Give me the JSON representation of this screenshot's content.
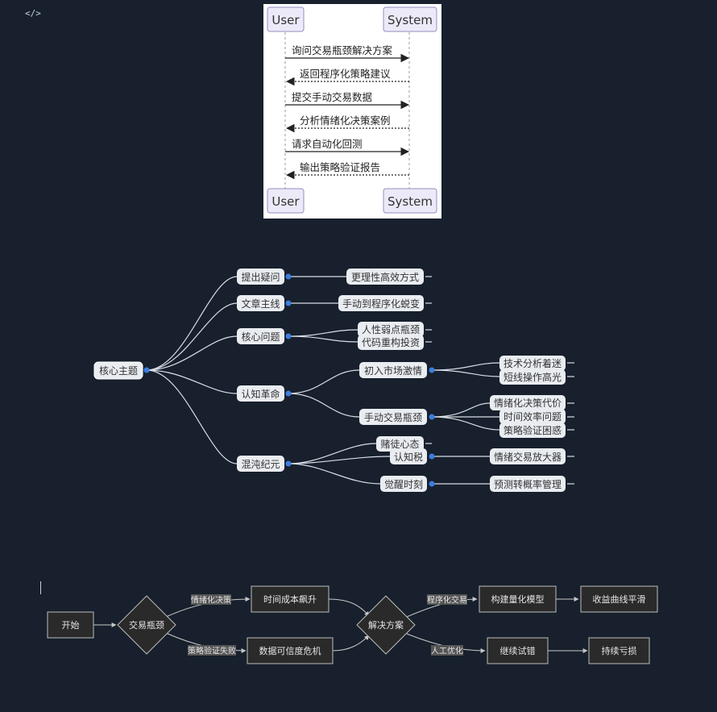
{
  "toolbar": {
    "code_icon": "</>"
  },
  "sequence": {
    "actors": [
      "User",
      "System"
    ],
    "messages": [
      {
        "text": "询问交易瓶颈解决方案",
        "dir": "right",
        "dashed": false
      },
      {
        "text": "返回程序化策略建议",
        "dir": "left",
        "dashed": true
      },
      {
        "text": "提交手动交易数据",
        "dir": "right",
        "dashed": false
      },
      {
        "text": "分析情绪化决策案例",
        "dir": "left",
        "dashed": true
      },
      {
        "text": "请求自动化回测",
        "dir": "right",
        "dashed": false
      },
      {
        "text": "输出策略验证报告",
        "dir": "left",
        "dashed": true
      }
    ]
  },
  "mindmap": {
    "root": "核心主题",
    "branches": [
      {
        "label": "提出疑问",
        "children": [
          {
            "label": "更理性高效方式"
          }
        ]
      },
      {
        "label": "文章主线",
        "children": [
          {
            "label": "手动到程序化蜕变"
          }
        ]
      },
      {
        "label": "核心问题",
        "children": [
          {
            "label": "人性弱点瓶颈"
          },
          {
            "label": "代码重构投资"
          }
        ]
      },
      {
        "label": "认知革命",
        "children": [
          {
            "label": "初入市场激情",
            "children": [
              {
                "label": "技术分析着迷"
              },
              {
                "label": "短线操作高光"
              }
            ]
          },
          {
            "label": "手动交易瓶颈",
            "children": [
              {
                "label": "情绪化决策代价"
              },
              {
                "label": "时间效率问题"
              },
              {
                "label": "策略验证困惑"
              }
            ]
          }
        ]
      },
      {
        "label": "混沌纪元",
        "children": [
          {
            "label": "赌徒心态"
          },
          {
            "label": "认知税",
            "children": [
              {
                "label": "情绪交易放大器"
              }
            ]
          },
          {
            "label": "觉醒时刻",
            "children": [
              {
                "label": "预测转概率管理"
              }
            ]
          }
        ]
      }
    ]
  },
  "flowchart": {
    "nodes": {
      "start": "开始",
      "bottleneck": "交易瓶颈",
      "time_cost": "时间成本飙升",
      "data_crisis": "数据可信度危机",
      "solution": "解决方案",
      "quant_model": "构建量化模型",
      "smooth_curve": "收益曲线平滑",
      "trial": "继续试错",
      "loss": "持续亏损"
    },
    "edge_labels": {
      "emotional": "情绪化决策",
      "verify_fail": "策略验证失败",
      "programmatic": "程序化交易",
      "manual_opt": "人工优化"
    }
  }
}
